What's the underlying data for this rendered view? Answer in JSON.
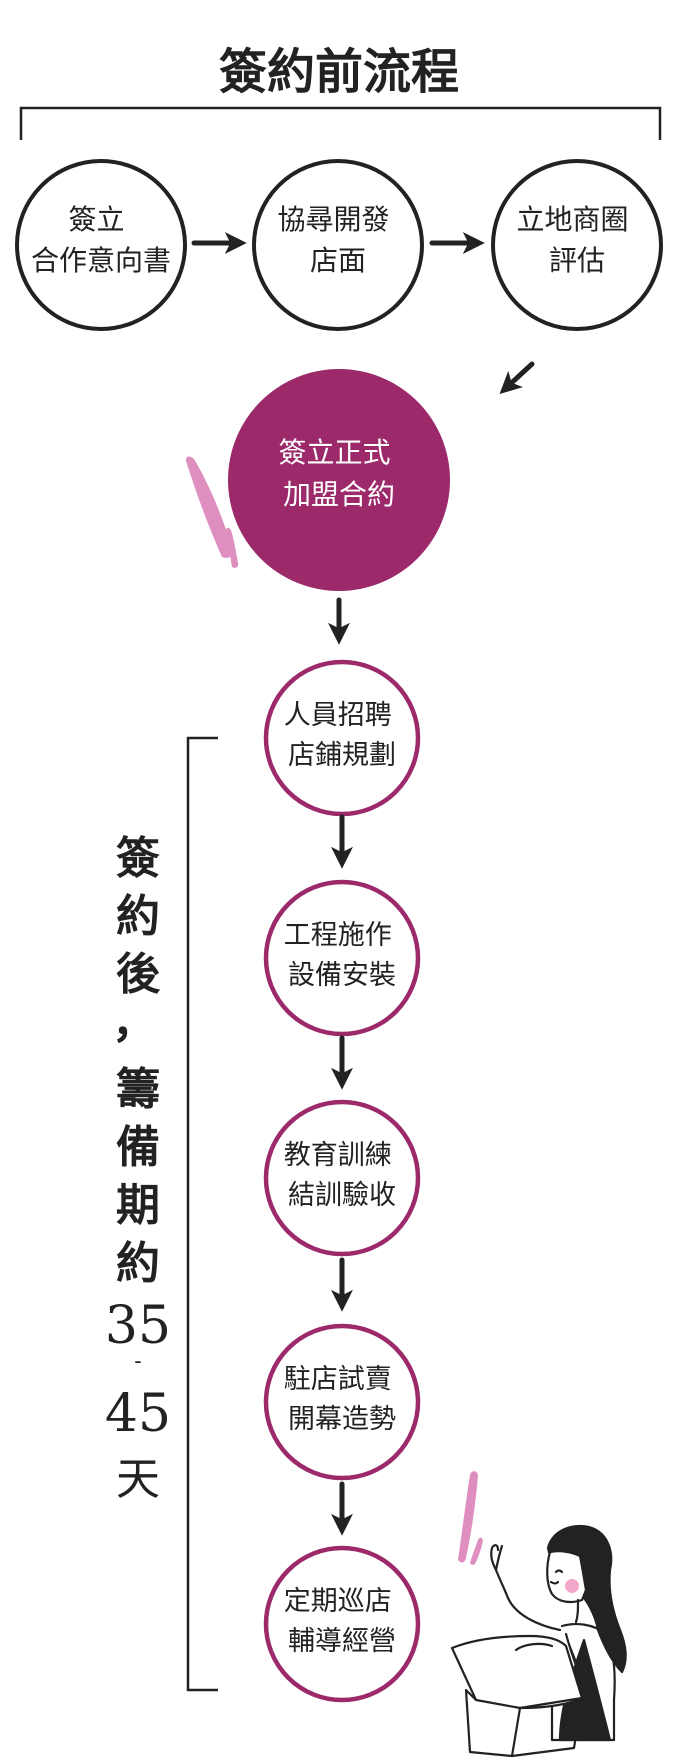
{
  "title": "簽約前流程",
  "colors": {
    "ink": "#222222",
    "accent": "#9c2a6b",
    "accent_light": "#de8fbf",
    "blush": "#f2a8c9",
    "white": "#ffffff"
  },
  "pre_steps": [
    {
      "lines": [
        "簽立",
        "合作意向書"
      ]
    },
    {
      "lines": [
        "協尋開發",
        "店面"
      ]
    },
    {
      "lines": [
        "立地商圈",
        "評估"
      ]
    }
  ],
  "contract_step": {
    "lines": [
      "簽立正式",
      "加盟合約"
    ]
  },
  "post_steps": [
    {
      "lines": [
        "人員招聘",
        "店鋪規劃"
      ]
    },
    {
      "lines": [
        "工程施作",
        "設備安裝"
      ]
    },
    {
      "lines": [
        "教育訓練",
        "結訓驗收"
      ]
    },
    {
      "lines": [
        "駐店試賣",
        "開幕造勢"
      ]
    },
    {
      "lines": [
        "定期巡店",
        "輔導經營"
      ]
    }
  ],
  "side_label": {
    "chars": [
      "簽",
      "約",
      "後",
      "，",
      "籌",
      "備",
      "期",
      "約"
    ],
    "num_top": "35",
    "dash": "-",
    "num_bottom": "45",
    "unit": "天"
  },
  "illustration": "person-presenting-illustration"
}
